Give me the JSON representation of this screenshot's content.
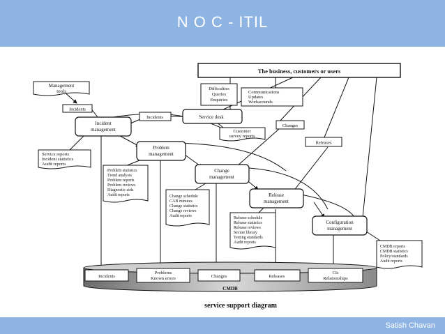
{
  "slide": {
    "title": "N O C - ITIL",
    "author": "Satish Chavan"
  },
  "diagram": {
    "caption": "service support diagram",
    "top_box": "The business, customers or users",
    "management_tools": [
      "Management",
      "tools"
    ],
    "incidents_top": "Incidents",
    "incidents_mid": "Incidents",
    "incident_mgmt": [
      "Incident",
      "management"
    ],
    "service_desk": "Service desk",
    "difficulties": [
      "Difficulties",
      "Queries",
      "Enquiries"
    ],
    "communications": [
      "Communications",
      "Updates",
      "Workarounds"
    ],
    "customer_survey": [
      "Customer",
      "survey reports"
    ],
    "changes_flow": "Changes",
    "releases_flow": "Releases",
    "incident_reports": [
      "Service reports",
      "Incident statistics",
      "Audit reports"
    ],
    "problem_mgmt": [
      "Problem",
      "management"
    ],
    "problem_reports": [
      "Problem statistics",
      "Trend analysis",
      "Problem reports",
      "Problem reviews",
      "Diagnostic aids",
      "Audit reports"
    ],
    "change_mgmt": [
      "Change",
      "management"
    ],
    "change_reports": [
      "Change schedule",
      "CAB minutes",
      "Change statistics",
      "Change reviews",
      "Audit reports"
    ],
    "release_mgmt": [
      "Release",
      "management"
    ],
    "release_reports": [
      "Release schedule",
      "Release statistics",
      "Release reviews",
      "Secure library",
      "Testing standards",
      "Audit reports"
    ],
    "config_mgmt": [
      "Configuration",
      "management"
    ],
    "cmdb_reports": [
      "CMDB reports",
      "CMDB statistics",
      "Policy/standards",
      "Audit reports"
    ],
    "cmdb": "CMDB",
    "cmdb_items": [
      [
        "Incidents"
      ],
      [
        "Problems",
        "Known errors"
      ],
      [
        "Changes"
      ],
      [
        "Releases"
      ],
      [
        "CIs",
        "Relationships"
      ]
    ]
  }
}
